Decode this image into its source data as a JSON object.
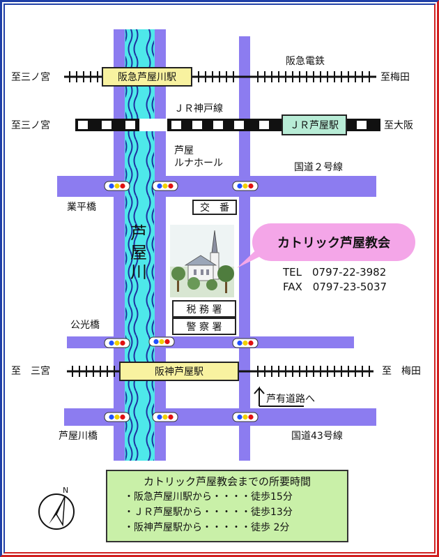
{
  "stations": {
    "hankyu_ashiyagawa": "阪急芦屋川駅",
    "jr_ashiya": "ＪＲ芦屋駅",
    "hanshin_ashiya": "阪神芦屋駅"
  },
  "railways": {
    "hankyu": "阪急電鉄",
    "jr_kobe": "ＪＲ神戸線"
  },
  "directions": {
    "hankyu_west": "至三ノ宮",
    "hankyu_east": "至梅田",
    "jr_west": "至三ノ宮",
    "jr_east": "至大阪",
    "hanshin_west": "至　三宮",
    "hanshin_east": "至　梅田"
  },
  "roads": {
    "route2": "国道２号線",
    "route43": "国道43号線",
    "aridou": "芦有道路へ"
  },
  "bridges": {
    "narihira": "業平橋",
    "koko": "公光橋",
    "ashiyagawa": "芦屋川橋"
  },
  "river": "芦屋川",
  "landmarks": {
    "luna_hall_line1": "芦屋",
    "luna_hall_line2": "ルナホール",
    "police_box": "交　番",
    "tax_office": "税 務 署",
    "police_station": "警 察 署"
  },
  "church": {
    "name": "カトリック芦屋教会",
    "tel": "TEL　0797-22-3982",
    "fax": "FAX　0797-23-5037"
  },
  "travel_times": {
    "title": "カトリック芦屋教会までの所要時間",
    "rows": [
      "・阪急芦屋川駅から・・・・徒歩15分",
      "・ＪＲ芦屋駅から・・・・・徒歩13分",
      "・阪神芦屋駅から・・・・・徒歩  2分"
    ]
  },
  "compass_letter": "N",
  "colors": {
    "road": "#8c7cf0",
    "river": "#4ee8ea",
    "station_label": "#f8f2a0",
    "jr_station_label": "#b8ecd6",
    "church_bubble": "#f4a6e8",
    "times_box": "#c9f0a8"
  }
}
